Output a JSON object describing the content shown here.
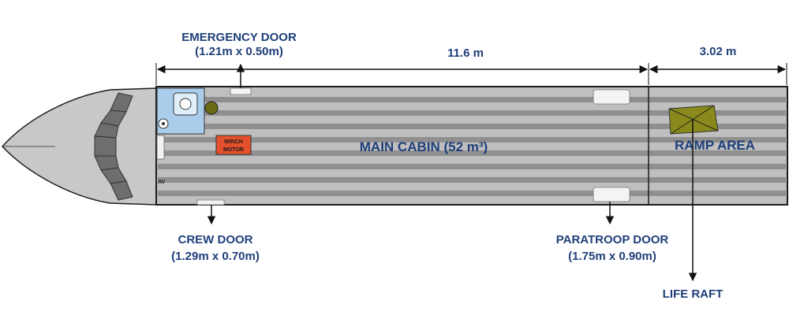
{
  "dimensions": {
    "main_length": "11.6 m",
    "ramp_length": "3.02 m"
  },
  "labels": {
    "emergency_door": {
      "title": "EMERGENCY DOOR",
      "size": "(1.21m x 0.50m)"
    },
    "crew_door": {
      "title": "CREW DOOR",
      "size": "(1.29m  x 0.70m)"
    },
    "paratroop_door": {
      "title": "PARATROOP DOOR",
      "size": "(1.75m  x 0.90m)"
    },
    "life_raft": "LIFE RAFT",
    "main_cabin": "MAIN CABIN (52 m³)",
    "ramp_area": "RAMP  AREA",
    "winch_motor": [
      "WINCH",
      "MOTOR"
    ]
  },
  "colors": {
    "label_text": "#1f3f7a",
    "fuselage_floor": "#bfbfbf",
    "floor_stripe": "#8f8f8f",
    "nose": "#c8c8c8",
    "cockpit_seats": "#6e6e6e",
    "lavatory": "#a9cdea",
    "winch_motor": "#e2502c",
    "life_raft": "#8a8a1c",
    "outline": "#1c1c1c"
  }
}
